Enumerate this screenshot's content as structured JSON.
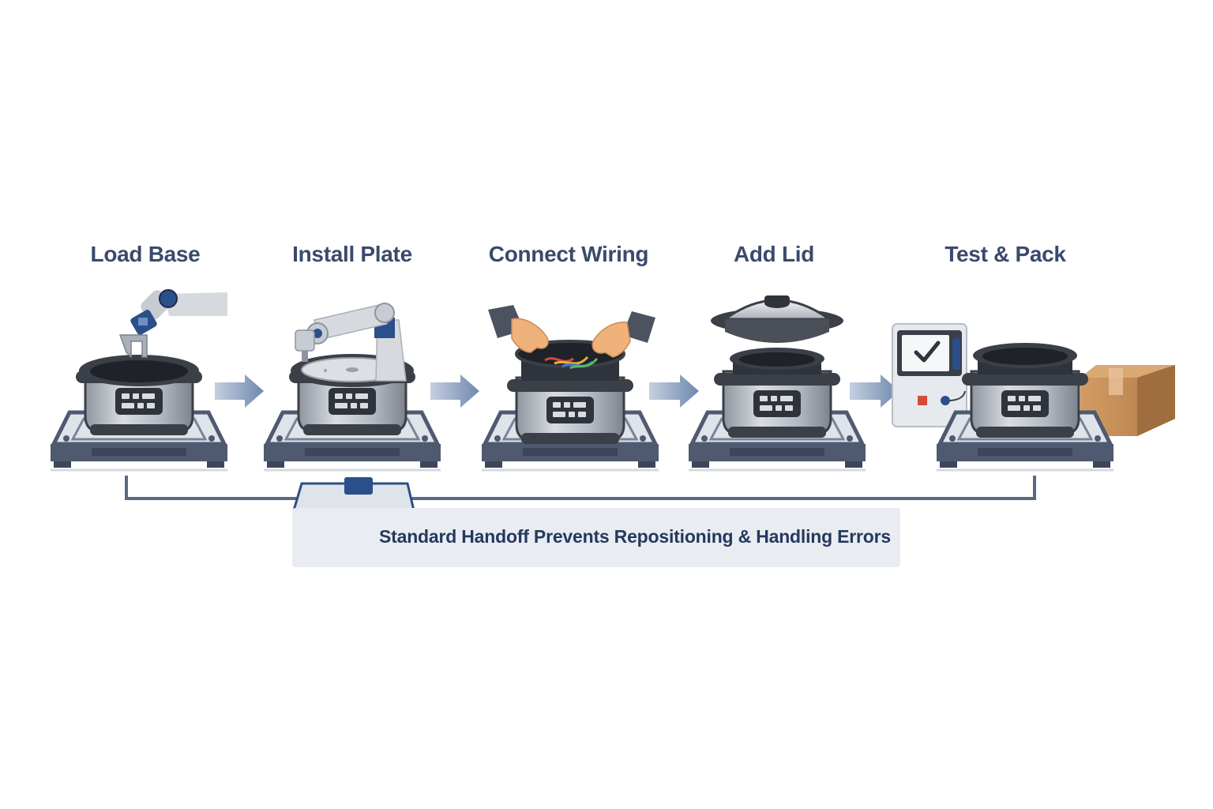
{
  "stages": [
    {
      "label": "Load Base",
      "tool": "robot-arm-gripper"
    },
    {
      "label": "Install Plate",
      "tool": "robot-arm-driver"
    },
    {
      "label": "Connect Wiring",
      "tool": "hands"
    },
    {
      "label": "Add Lid",
      "tool": "lid"
    },
    {
      "label": "Test & Pack",
      "tool": "tester-and-box"
    }
  ],
  "banner": {
    "text": "Standard Handoff Prevents Repositioning & Handling Errors",
    "icon": "pallet-fixture-icon"
  },
  "colors": {
    "title": "#3a4a6b",
    "arrow": "#7e95b8",
    "fixture": "#4f5a70",
    "fixture_top": "#dfe4ea",
    "cooker_steel": "#b9bec6",
    "cooker_dark": "#3b3f47",
    "accent_blue": "#2b4f8a",
    "banner_bg": "#e9edf2",
    "banner_text": "#26385e",
    "box": "#c58f5a",
    "check": "#2f3440"
  }
}
